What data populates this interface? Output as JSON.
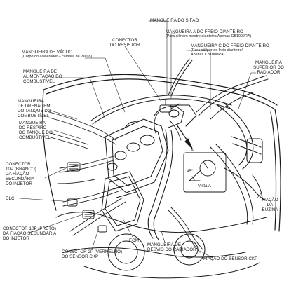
{
  "labels": {
    "mangueira_sifao": "MANGUEIRA DO SIFÃO",
    "mangueira_freio_a_l1": "MANGUEIRA A DO FREIO DIANTEIRO",
    "mangueira_freio_a_l2": "(Para cilindro mestre dianteiro/Apenas CB1000RA)",
    "conector_resistor_l1": "CONECTOR",
    "conector_resistor_l2": "DO RESISTOR",
    "mangueira_freio_c_l1": "MANGUEIRA C DO FREIO DIANTEIRO",
    "mangueira_freio_c_l2": "(Para cáliper do freio dianteiro/",
    "mangueira_freio_c_l3": "Apenas CB1000RA)",
    "mangueira_vacuo_l1": "MANGUEIRA DE VÁCUO",
    "mangueira_vacuo_l2": "(Corpo do acelerador – câmara de vácuo)",
    "mangueira_superior_l1": "MANGUEIRA",
    "mangueira_superior_l2": "SUPERIOR DO",
    "mangueira_superior_l3": "RADIADOR",
    "mangueira_alimentacao_l1": "MANGUEIRA DE",
    "mangueira_alimentacao_l2": "ALIMENTAÇÃO DO",
    "mangueira_alimentacao_l3": "COMBUSTÍVEL",
    "mangueira_drenagem_l1": "MANGUEIRA",
    "mangueira_drenagem_l2": "DE DRENAGEM",
    "mangueira_drenagem_l3": "DO TANQUE DO",
    "mangueira_drenagem_l4": "COMBUSTÍVEL",
    "mangueira_respiro_l1": "MANGUEIRA",
    "mangueira_respiro_l2": "DO RESPIRO",
    "mangueira_respiro_l3": "DO TANQUE DO",
    "mangueira_respiro_l4": "COMBUSTÍVEL",
    "conector_10p_branco_l1": "CONECTOR",
    "conector_10p_branco_l2": "10P (BRANCO)",
    "conector_10p_branco_l3": "DA FIAÇÃO",
    "conector_10p_branco_l4": "SECUNDÁRIA",
    "conector_10p_branco_l5": "DO INJETOR",
    "dlc": "DLC",
    "conector_10p_preto_l1": "CONECTOR 10P (PRETO)",
    "conector_10p_preto_l2": "DA FIAÇÃO SECUNDÁRIA",
    "conector_10p_preto_l3": "DO INJETOR",
    "conector_2p_l1": "CONECTOR 2P (VERMELHO)",
    "conector_2p_l2": "DO SENSOR CKP",
    "ecm": "ECM",
    "mangueira_desvio_l1": "MANGUEIRA DE",
    "mangueira_desvio_l2": "DESVIO DO RADIADOR",
    "fiacao_sensor_ckp": "FIAÇÃO DO SENSOR CKP",
    "fiacao_buzina_l1": "FIAÇÃO",
    "fiacao_buzina_l2": "DA",
    "fiacao_buzina_l3": "BUZINA",
    "angle": "45°",
    "view_a": "Vista A",
    "marker_a": "A"
  },
  "colors": {
    "ink": "#1a1a1a",
    "background": "#ffffff"
  }
}
